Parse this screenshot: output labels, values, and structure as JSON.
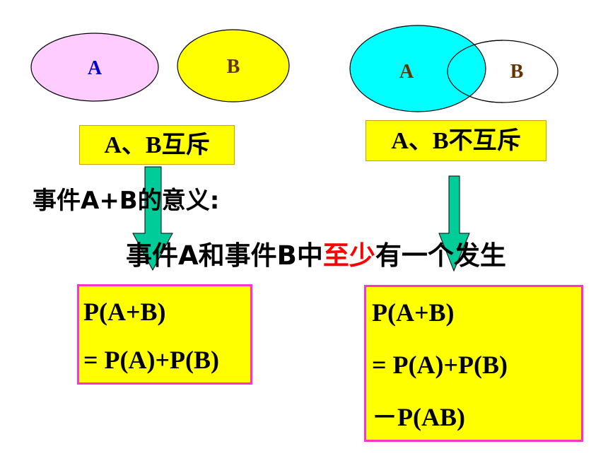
{
  "left_diagram": {
    "set_a": "A",
    "set_b": "B",
    "caption": "A、B互斥"
  },
  "right_diagram": {
    "set_a": "A",
    "set_b": "B",
    "caption": "A、B不互斥"
  },
  "meaning_heading": "事件A+B的意义:",
  "meaning_sentence": {
    "part1": "事件A和事件B中",
    "highlight": "至少",
    "part2": "有一个发生"
  },
  "formula_left": {
    "line1": "P(A+B)",
    "line2": "= P(A)+P(B)"
  },
  "formula_right": {
    "line1": "P(A+B)",
    "line2": "= P(A)+P(B)",
    "line3": "－P(AB)"
  },
  "colors": {
    "pink": "#ffccff",
    "yellow": "#ffff00",
    "cyan": "#00ffff",
    "magenta_border": "#ff33cc",
    "arrow_green": "#00cc99",
    "red": "#ff0000",
    "brown": "#663300",
    "blue": "#0000cc"
  }
}
